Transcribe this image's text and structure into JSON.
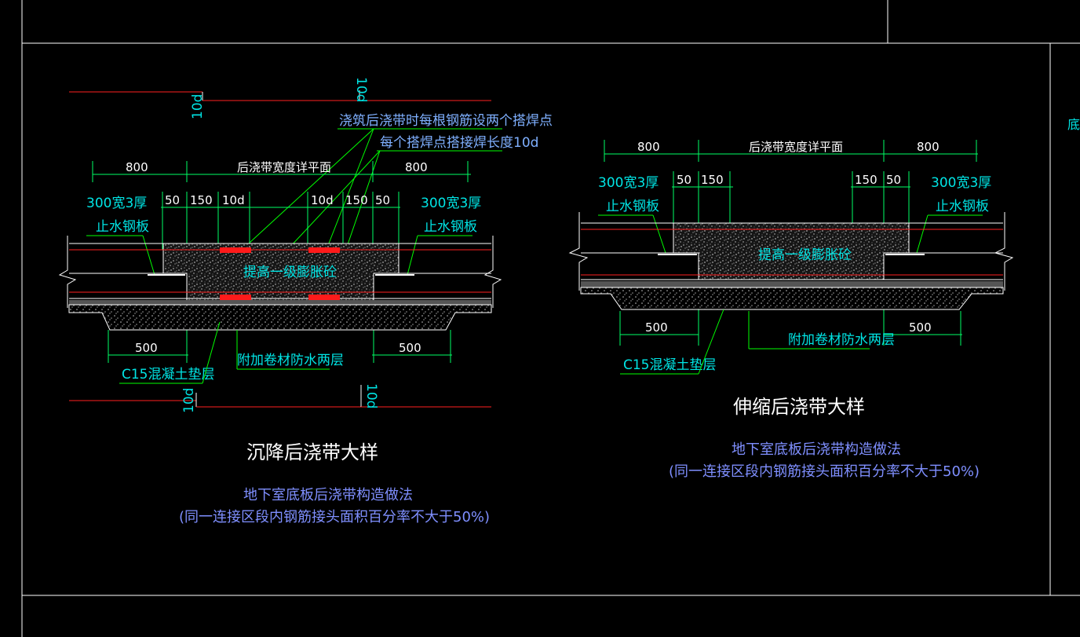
{
  "colors": {
    "background": "#000000",
    "frame": "#ffffff",
    "rebar": "#ff2020",
    "dimension": "#00ff66",
    "label": "#00e5e5",
    "leader": "#00ff00",
    "subtitle": "#7f8fff"
  },
  "left_detail": {
    "title": "沉降后浇带大样",
    "subtitle_1": "地下室底板后浇带构造做法",
    "subtitle_2": "(同一连接区段内钢筋接头面积百分率不大于50%)",
    "note_1": "浇筑后浇带时每根钢筋设两个搭焊点",
    "note_2": "每个搭焊点搭接焊长度10d",
    "dim_top_center": "后浇带宽度详平面",
    "dim_800_left": "800",
    "dim_800_right": "800",
    "dim_50_left": "50",
    "dim_150_left": "150",
    "dim_10d_left": "10d",
    "dim_10d_right": "10d",
    "dim_150_right": "150",
    "dim_50_right": "50",
    "waterstop_1_left": "300宽3厚",
    "waterstop_2_left": "止水钢板",
    "waterstop_1_right": "300宽3厚",
    "waterstop_2_right": "止水钢板",
    "concrete_label": "提高一级膨胀砼",
    "dim_500_left": "500",
    "dim_500_right": "500",
    "membrane_label": "附加卷材防水两层",
    "cushion_label": "C15混凝土垫层",
    "lap_top_left": "10d",
    "lap_top_right": "10d",
    "lap_bottom_left": "10d",
    "lap_bottom_right": "10d"
  },
  "right_detail": {
    "title": "伸缩后浇带大样",
    "subtitle_1": "地下室底板后浇带构造做法",
    "subtitle_2": "(同一连接区段内钢筋接头面积百分率不大于50%)",
    "dim_top_center": "后浇带宽度详平面",
    "dim_800_left": "800",
    "dim_800_right": "800",
    "dim_50_left": "50",
    "dim_150_left": "150",
    "dim_150_right": "150",
    "dim_50_right": "50",
    "waterstop_1_left": "300宽3厚",
    "waterstop_2_left": "止水钢板",
    "waterstop_1_right": "300宽3厚",
    "waterstop_2_right": "止水钢板",
    "concrete_label": "提高一级膨胀砼",
    "dim_500_left": "500",
    "dim_500_right": "500",
    "membrane_label": "附加卷材防水两层",
    "cushion_label": "C15混凝土垫层"
  },
  "edge_fragment": "底板"
}
